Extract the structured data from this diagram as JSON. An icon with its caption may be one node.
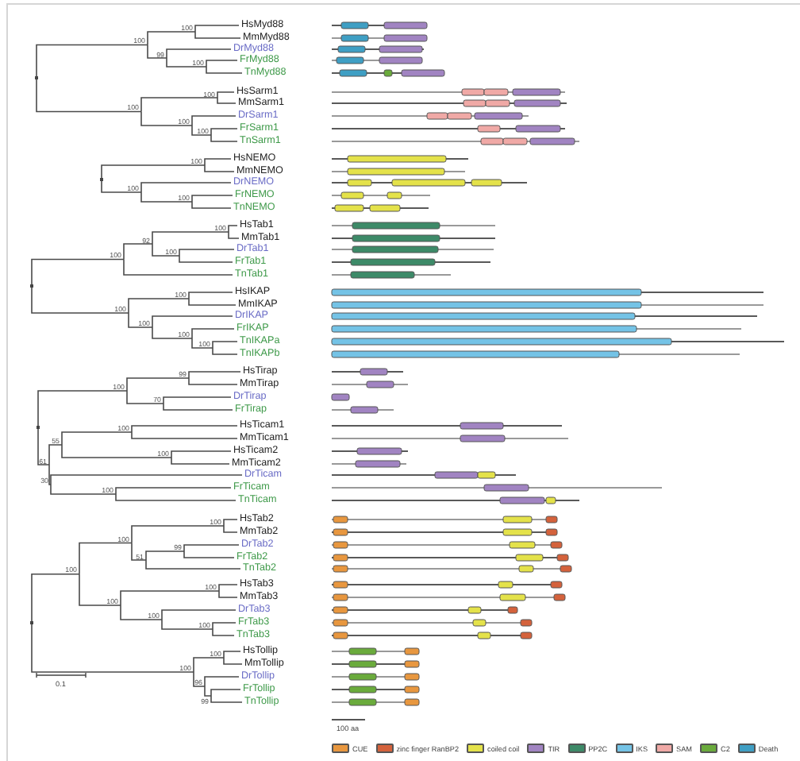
{
  "diagram": {
    "nodes": [
      {
        "text": [
          "HsMyd88"
        ]
      },
      {
        "text": [
          "MmMyd88"
        ]
      },
      {
        "text": [
          "DrMyd88"
        ]
      },
      {
        "text": [
          "FrMyd88"
        ]
      },
      {
        "text": [
          "TnMyd88"
        ]
      },
      {
        "text": [
          "HsSarm1"
        ]
      },
      {
        "text": [
          "MmSarm1"
        ]
      },
      {
        "text": [
          "DrSarm1"
        ]
      },
      {
        "text": [
          "FrSarm1"
        ]
      },
      {
        "text": [
          "TnSarm1"
        ]
      },
      {
        "text": [
          "HsNEMO"
        ]
      },
      {
        "text": [
          "MmNEMO"
        ]
      },
      {
        "text": [
          "DrNEMO"
        ]
      },
      {
        "text": [
          "FrNEMO"
        ]
      },
      {
        "text": [
          "TnNEMO"
        ]
      },
      {
        "text": [
          "HsTab1"
        ]
      },
      {
        "text": [
          "MmTab1"
        ]
      },
      {
        "text": [
          "DrTab1"
        ]
      },
      {
        "text": [
          "FrTab1"
        ]
      },
      {
        "text": [
          "TnTab1"
        ]
      },
      {
        "text": [
          "HsIKAP"
        ]
      },
      {
        "text": [
          "MmIKAP"
        ]
      },
      {
        "text": [
          "DrIKAP"
        ]
      },
      {
        "text": [
          "FrIKAP"
        ]
      },
      {
        "text": [
          "TnIKAPa"
        ]
      },
      {
        "text": [
          "TnIKAPb"
        ]
      },
      {
        "text": [
          "HsTirap"
        ]
      },
      {
        "text": [
          "MmTirap"
        ]
      },
      {
        "text": [
          "DrTirap"
        ]
      },
      {
        "text": [
          "FrTirap"
        ]
      },
      {
        "text": [
          "HsTicam1"
        ]
      },
      {
        "text": [
          "MmTicam1"
        ]
      },
      {
        "text": [
          "HsTicam2"
        ]
      },
      {
        "text": [
          "MmTicam2"
        ]
      },
      {
        "text": [
          "DrTicam"
        ]
      },
      {
        "text": [
          "FrTicam"
        ]
      },
      {
        "text": [
          "TnTicam"
        ]
      },
      {
        "text": [
          "HsTab2"
        ]
      },
      {
        "text": [
          "MmTab2"
        ]
      },
      {
        "text": [
          "DrTab2"
        ]
      },
      {
        "text": [
          "FrTab2"
        ]
      },
      {
        "text": [
          "TnTab2"
        ]
      },
      {
        "text": [
          "HsTab3"
        ]
      },
      {
        "text": [
          "MmTab3"
        ]
      },
      {
        "text": [
          "DrTab3"
        ]
      },
      {
        "text": [
          "FrTab3"
        ]
      },
      {
        "text": [
          "TnTab3"
        ]
      },
      {
        "text": [
          "HsTollip"
        ]
      },
      {
        "text": [
          "MmTollip"
        ]
      },
      {
        "text": [
          "DrTollip"
        ]
      },
      {
        "text": [
          "FrTollip"
        ]
      },
      {
        "text": [
          "TnTollip"
        ]
      },
      {
        "text": [],
        "shape": "point"
      },
      {
        "text": [
          "100"
        ]
      },
      {
        "text": [
          "100"
        ]
      },
      {
        "text": [
          "99"
        ]
      },
      {
        "text": [
          "100"
        ]
      },
      {
        "text": [
          "100"
        ]
      },
      {
        "text": [
          "100"
        ]
      },
      {
        "text": [
          "100"
        ]
      },
      {
        "text": [
          "100"
        ]
      },
      {
        "text": [],
        "shape": "point"
      },
      {
        "text": [
          "100"
        ]
      },
      {
        "text": [
          "100"
        ]
      },
      {
        "text": [
          "100"
        ]
      },
      {
        "text": [],
        "shape": "point"
      },
      {
        "text": [
          "100"
        ]
      },
      {
        "text": [
          "92"
        ]
      },
      {
        "text": [
          "100"
        ]
      },
      {
        "text": [
          "100"
        ]
      },
      {
        "text": [
          "100"
        ]
      },
      {
        "text": [
          "100"
        ]
      },
      {
        "text": [
          "100"
        ]
      },
      {
        "text": [
          "100"
        ]
      },
      {
        "text": [
          "100"
        ]
      },
      {
        "text": [],
        "shape": "point"
      },
      {
        "text": [
          "100"
        ]
      },
      {
        "text": [
          "99"
        ]
      },
      {
        "text": [
          "70"
        ]
      },
      {
        "text": [
          "61"
        ]
      },
      {
        "text": [
          "55"
        ]
      },
      {
        "text": [
          "100"
        ]
      },
      {
        "text": [
          "100"
        ]
      },
      {
        "text": [
          "30"
        ]
      },
      {
        "text": [
          "100"
        ]
      },
      {
        "text": [],
        "shape": "point"
      },
      {
        "text": [
          "100"
        ]
      },
      {
        "text": [
          "100"
        ]
      },
      {
        "text": [
          "100"
        ]
      },
      {
        "text": [
          "51"
        ]
      },
      {
        "text": [
          "99"
        ]
      },
      {
        "text": [
          "100"
        ]
      },
      {
        "text": [
          "100"
        ]
      },
      {
        "text": [
          "100"
        ]
      },
      {
        "text": [
          "100"
        ]
      },
      {
        "text": [
          "100"
        ]
      },
      {
        "text": [
          "100"
        ]
      },
      {
        "text": [
          "96"
        ]
      },
      {
        "text": [
          "99"
        ]
      }
    ],
    "edges": [
      {
        "from": 52,
        "to": 53,
        "arrow": "none"
      },
      {
        "from": 52,
        "to": 57,
        "arrow": "none"
      },
      {
        "from": 53,
        "to": 54,
        "arrow": "none"
      },
      {
        "from": 53,
        "to": 55,
        "arrow": "none"
      },
      {
        "from": 54,
        "to": 0,
        "arrow": "none"
      },
      {
        "from": 54,
        "to": 1,
        "arrow": "none"
      },
      {
        "from": 55,
        "to": 2,
        "arrow": "none"
      },
      {
        "from": 55,
        "to": 56,
        "arrow": "none"
      },
      {
        "from": 56,
        "to": 3,
        "arrow": "none"
      },
      {
        "from": 56,
        "to": 4,
        "arrow": "none"
      },
      {
        "from": 57,
        "to": 58,
        "arrow": "none"
      },
      {
        "from": 57,
        "to": 59,
        "arrow": "none"
      },
      {
        "from": 58,
        "to": 5,
        "arrow": "none"
      },
      {
        "from": 58,
        "to": 6,
        "arrow": "none"
      },
      {
        "from": 59,
        "to": 7,
        "arrow": "none"
      },
      {
        "from": 59,
        "to": 60,
        "arrow": "none"
      },
      {
        "from": 60,
        "to": 8,
        "arrow": "none"
      },
      {
        "from": 60,
        "to": 9,
        "arrow": "none"
      },
      {
        "from": 61,
        "to": 62,
        "arrow": "none"
      },
      {
        "from": 61,
        "to": 63,
        "arrow": "none"
      },
      {
        "from": 62,
        "to": 10,
        "arrow": "none"
      },
      {
        "from": 62,
        "to": 11,
        "arrow": "none"
      },
      {
        "from": 63,
        "to": 12,
        "arrow": "none"
      },
      {
        "from": 63,
        "to": 64,
        "arrow": "none"
      },
      {
        "from": 64,
        "to": 13,
        "arrow": "none"
      },
      {
        "from": 64,
        "to": 14,
        "arrow": "none"
      },
      {
        "from": 65,
        "to": 66,
        "arrow": "none"
      },
      {
        "from": 65,
        "to": 70,
        "arrow": "none"
      },
      {
        "from": 66,
        "to": 67,
        "arrow": "none"
      },
      {
        "from": 66,
        "to": 19,
        "arrow": "none"
      },
      {
        "from": 67,
        "to": 68,
        "arrow": "none"
      },
      {
        "from": 67,
        "to": 69,
        "arrow": "none"
      },
      {
        "from": 68,
        "to": 15,
        "arrow": "none"
      },
      {
        "from": 68,
        "to": 16,
        "arrow": "none"
      },
      {
        "from": 69,
        "to": 17,
        "arrow": "none"
      },
      {
        "from": 69,
        "to": 18,
        "arrow": "none"
      },
      {
        "from": 70,
        "to": 71,
        "arrow": "none"
      },
      {
        "from": 70,
        "to": 72,
        "arrow": "none"
      },
      {
        "from": 71,
        "to": 20,
        "arrow": "none"
      },
      {
        "from": 71,
        "to": 21,
        "arrow": "none"
      },
      {
        "from": 72,
        "to": 22,
        "arrow": "none"
      },
      {
        "from": 72,
        "to": 73,
        "arrow": "none"
      },
      {
        "from": 73,
        "to": 23,
        "arrow": "none"
      },
      {
        "from": 73,
        "to": 74,
        "arrow": "none"
      },
      {
        "from": 74,
        "to": 24,
        "arrow": "none"
      },
      {
        "from": 74,
        "to": 25,
        "arrow": "none"
      },
      {
        "from": 75,
        "to": 76,
        "arrow": "none"
      },
      {
        "from": 75,
        "to": 79,
        "arrow": "none"
      },
      {
        "from": 76,
        "to": 77,
        "arrow": "none"
      },
      {
        "from": 76,
        "to": 78,
        "arrow": "none"
      },
      {
        "from": 77,
        "to": 26,
        "arrow": "none"
      },
      {
        "from": 77,
        "to": 27,
        "arrow": "none"
      },
      {
        "from": 78,
        "to": 28,
        "arrow": "none"
      },
      {
        "from": 78,
        "to": 29,
        "arrow": "none"
      },
      {
        "from": 79,
        "to": 80,
        "arrow": "none"
      },
      {
        "from": 79,
        "to": 83,
        "arrow": "none"
      },
      {
        "from": 80,
        "to": 81,
        "arrow": "none"
      },
      {
        "from": 80,
        "to": 82,
        "arrow": "none"
      },
      {
        "from": 81,
        "to": 30,
        "arrow": "none"
      },
      {
        "from": 81,
        "to": 31,
        "arrow": "none"
      },
      {
        "from": 82,
        "to": 32,
        "arrow": "none"
      },
      {
        "from": 82,
        "to": 33,
        "arrow": "none"
      },
      {
        "from": 83,
        "to": 34,
        "arrow": "none"
      },
      {
        "from": 83,
        "to": 84,
        "arrow": "none"
      },
      {
        "from": 84,
        "to": 35,
        "arrow": "none"
      },
      {
        "from": 84,
        "to": 36,
        "arrow": "none"
      },
      {
        "from": 85,
        "to": 86,
        "arrow": "none"
      },
      {
        "from": 85,
        "to": 95,
        "arrow": "none"
      },
      {
        "from": 86,
        "to": 87,
        "arrow": "none"
      },
      {
        "from": 86,
        "to": 91,
        "arrow": "none"
      },
      {
        "from": 87,
        "to": 88,
        "arrow": "none"
      },
      {
        "from": 87,
        "to": 89,
        "arrow": "none"
      },
      {
        "from": 88,
        "to": 37,
        "arrow": "none"
      },
      {
        "from": 88,
        "to": 38,
        "arrow": "none"
      },
      {
        "from": 89,
        "to": 90,
        "arrow": "none"
      },
      {
        "from": 89,
        "to": 41,
        "arrow": "none"
      },
      {
        "from": 90,
        "to": 39,
        "arrow": "none"
      },
      {
        "from": 90,
        "to": 40,
        "arrow": "none"
      },
      {
        "from": 91,
        "to": 92,
        "arrow": "none"
      },
      {
        "from": 91,
        "to": 93,
        "arrow": "none"
      },
      {
        "from": 92,
        "to": 42,
        "arrow": "none"
      },
      {
        "from": 92,
        "to": 43,
        "arrow": "none"
      },
      {
        "from": 93,
        "to": 44,
        "arrow": "none"
      },
      {
        "from": 93,
        "to": 94,
        "arrow": "none"
      },
      {
        "from": 94,
        "to": 45,
        "arrow": "none"
      },
      {
        "from": 94,
        "to": 46,
        "arrow": "none"
      },
      {
        "from": 95,
        "to": 96,
        "arrow": "none"
      },
      {
        "from": 95,
        "to": 97,
        "arrow": "none"
      },
      {
        "from": 96,
        "to": 47,
        "arrow": "none"
      },
      {
        "from": 96,
        "to": 48,
        "arrow": "none"
      },
      {
        "from": 97,
        "to": 49,
        "arrow": "none"
      },
      {
        "from": 97,
        "to": 98,
        "arrow": "none"
      },
      {
        "from": 98,
        "to": 50,
        "arrow": "none"
      },
      {
        "from": 98,
        "to": 51,
        "arrow": "none"
      }
    ],
    "labels": [
      "0.1",
      "100 aa"
    ],
    "legend": [
      {
        "text": "CUE",
        "color": "#e8973f"
      },
      {
        "text": "zinc finger RanBP2",
        "color": "#d4623c"
      },
      {
        "text": "coiled coil",
        "color": "#e4e24a"
      },
      {
        "text": "TIR",
        "color": "#a184c2"
      },
      {
        "text": "PP2C",
        "color": "#3d8a68"
      },
      {
        "text": "IKS",
        "color": "#74c3e6"
      },
      {
        "text": "SAM",
        "color": "#f0a9a6"
      },
      {
        "text": "C2",
        "color": "#6aab3c"
      },
      {
        "text": "Death",
        "color": "#3f9fc4"
      }
    ]
  }
}
